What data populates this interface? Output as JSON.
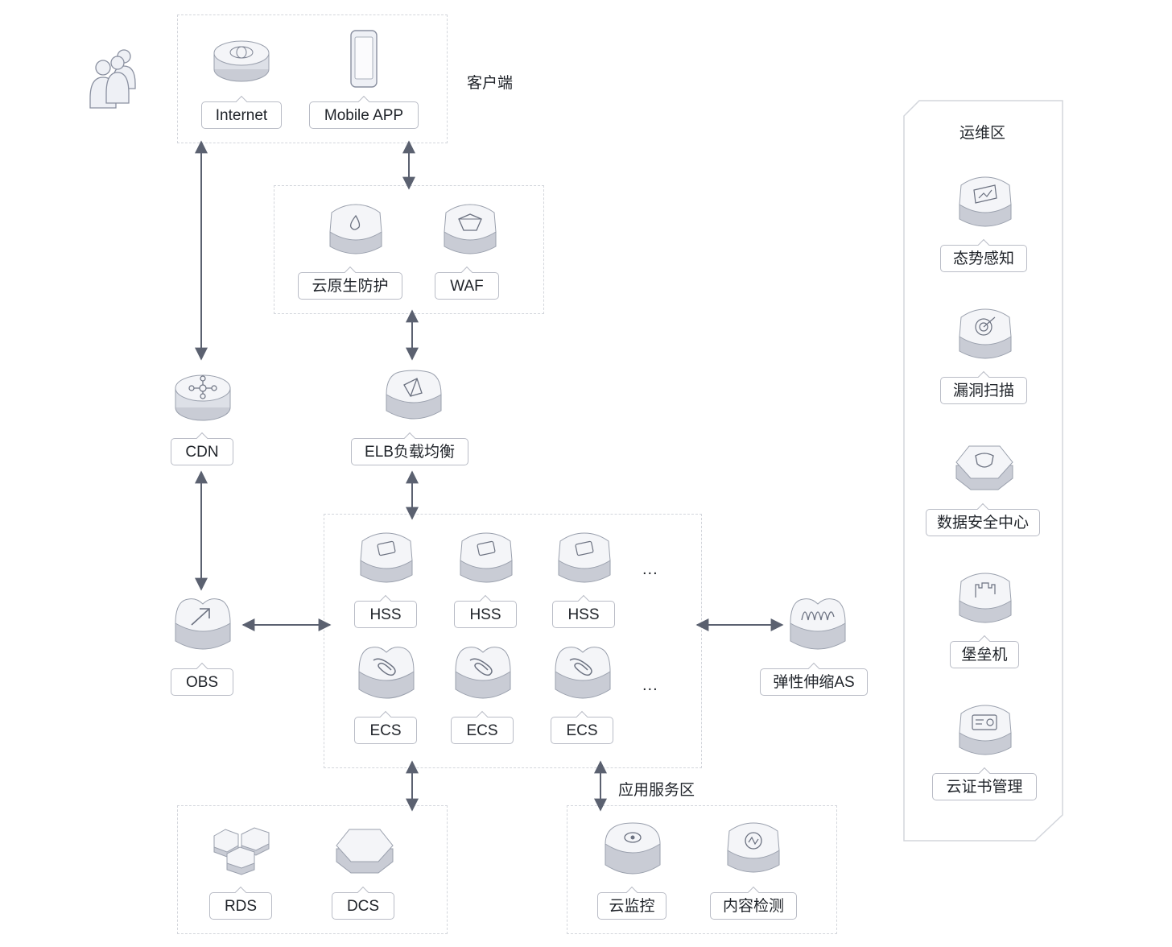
{
  "zones": {
    "client": {
      "title": "客户端"
    },
    "ops": {
      "title": "运维区"
    },
    "app": {
      "title": "应用服务区"
    }
  },
  "nodes": {
    "internet": {
      "label": "Internet",
      "icon": "globe-icon"
    },
    "mobile": {
      "label": "Mobile APP",
      "icon": "phone-icon"
    },
    "cloud_native": {
      "label": "云原生防护",
      "icon": "shield-drop-icon"
    },
    "waf": {
      "label": "WAF",
      "icon": "shield-waf-icon"
    },
    "cdn": {
      "label": "CDN",
      "icon": "cdn-node-icon"
    },
    "elb": {
      "label": "ELB负载均衡",
      "icon": "load-balancer-icon"
    },
    "obs": {
      "label": "OBS",
      "icon": "upload-arrow-icon"
    },
    "hss1": {
      "label": "HSS",
      "icon": "host-security-icon"
    },
    "hss2": {
      "label": "HSS",
      "icon": "host-security-icon"
    },
    "hss3": {
      "label": "HSS",
      "icon": "host-security-icon"
    },
    "ecs1": {
      "label": "ECS",
      "icon": "paperclip-icon"
    },
    "ecs2": {
      "label": "ECS",
      "icon": "paperclip-icon"
    },
    "ecs3": {
      "label": "ECS",
      "icon": "paperclip-icon"
    },
    "as": {
      "label": "弹性伸缩AS",
      "icon": "autoscaling-wave-icon"
    },
    "rds": {
      "label": "RDS",
      "icon": "hexagon-cluster-icon"
    },
    "dcs": {
      "label": "DCS",
      "icon": "hexagon-icon"
    },
    "monitor": {
      "label": "云监控",
      "icon": "eye-icon"
    },
    "content": {
      "label": "内容检测",
      "icon": "content-check-icon"
    },
    "situation": {
      "label": "态势感知",
      "icon": "dashboard-icon"
    },
    "vuln": {
      "label": "漏洞扫描",
      "icon": "target-icon"
    },
    "dsc": {
      "label": "数据安全中心",
      "icon": "data-shield-icon"
    },
    "bastion": {
      "label": "堡垒机",
      "icon": "castle-icon"
    },
    "ccm": {
      "label": "云证书管理",
      "icon": "certificate-icon"
    }
  },
  "ellipsis": "...",
  "colors": {
    "arrow": "#5b6170",
    "border": "#b9bcc6",
    "dashed": "#d3d6dc",
    "icon_top": "#f4f5f8",
    "icon_side": "#c9ccd5"
  }
}
